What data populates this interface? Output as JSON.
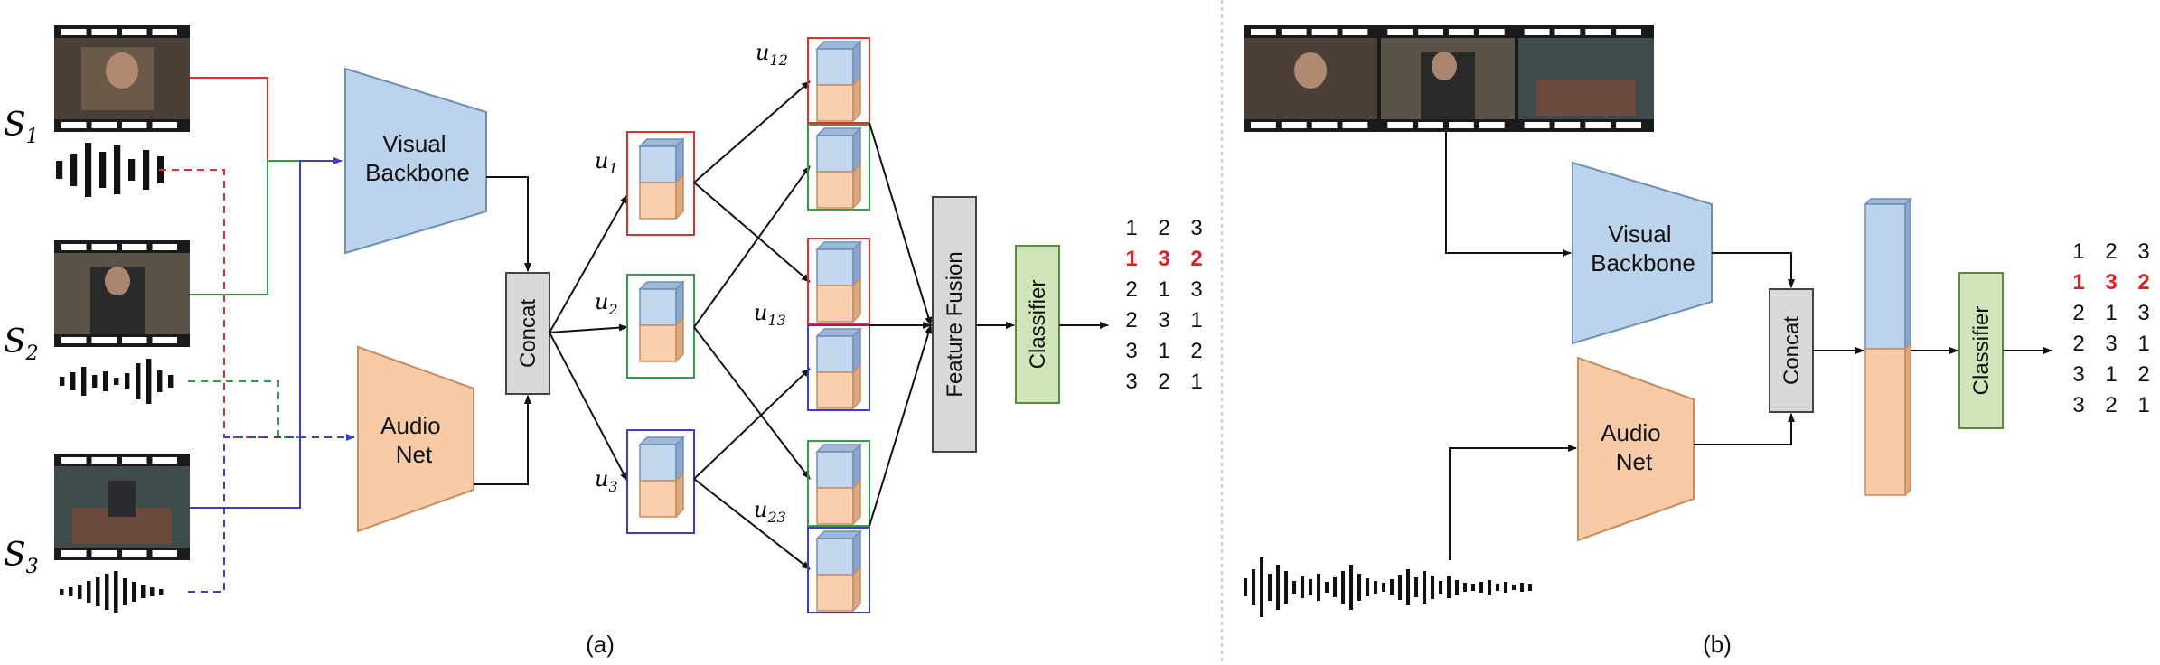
{
  "panel_a": {
    "caption": "(a)",
    "segments": [
      {
        "label": "S",
        "sub": "1",
        "color": "#e03030"
      },
      {
        "label": "S",
        "sub": "2",
        "color": "#2ea043"
      },
      {
        "label": "S",
        "sub": "3",
        "color": "#3b3bd6"
      }
    ],
    "visual_backbone": [
      "Visual",
      "Backbone"
    ],
    "audio_net": [
      "Audio",
      "Net"
    ],
    "concat": "Concat",
    "units": [
      {
        "label": "u",
        "sub": "1",
        "color": "#e03030"
      },
      {
        "label": "u",
        "sub": "2",
        "color": "#2ea043"
      },
      {
        "label": "u",
        "sub": "3",
        "color": "#3b3bd6"
      }
    ],
    "pairs": [
      {
        "label": "u",
        "sub": "12"
      },
      {
        "label": "u",
        "sub": "13"
      },
      {
        "label": "u",
        "sub": "23"
      }
    ],
    "feature_fusion": "Feature Fusion",
    "classifier": "Classifier",
    "permutations": [
      [
        "1",
        "2",
        "3"
      ],
      [
        "1",
        "3",
        "2"
      ],
      [
        "2",
        "1",
        "3"
      ],
      [
        "2",
        "3",
        "1"
      ],
      [
        "3",
        "1",
        "2"
      ],
      [
        "3",
        "2",
        "1"
      ]
    ],
    "highlight_row": 1
  },
  "panel_b": {
    "caption": "(b)",
    "visual_backbone": [
      "Visual",
      "Backbone"
    ],
    "audio_net": [
      "Audio",
      "Net"
    ],
    "concat": "Concat",
    "classifier": "Classifier",
    "permutations": [
      [
        "1",
        "2",
        "3"
      ],
      [
        "1",
        "3",
        "2"
      ],
      [
        "2",
        "1",
        "3"
      ],
      [
        "2",
        "3",
        "1"
      ],
      [
        "3",
        "1",
        "2"
      ],
      [
        "3",
        "2",
        "1"
      ]
    ],
    "highlight_row": 1
  },
  "colors": {
    "backbone": "#bcd3ec",
    "audio": "#f7cba7",
    "concat": "#d8d8d8",
    "classifier": "#cfe6b9",
    "cube_blue": "#c3d7ef",
    "cube_orange": "#f9cfae",
    "highlight": "#e02020"
  }
}
